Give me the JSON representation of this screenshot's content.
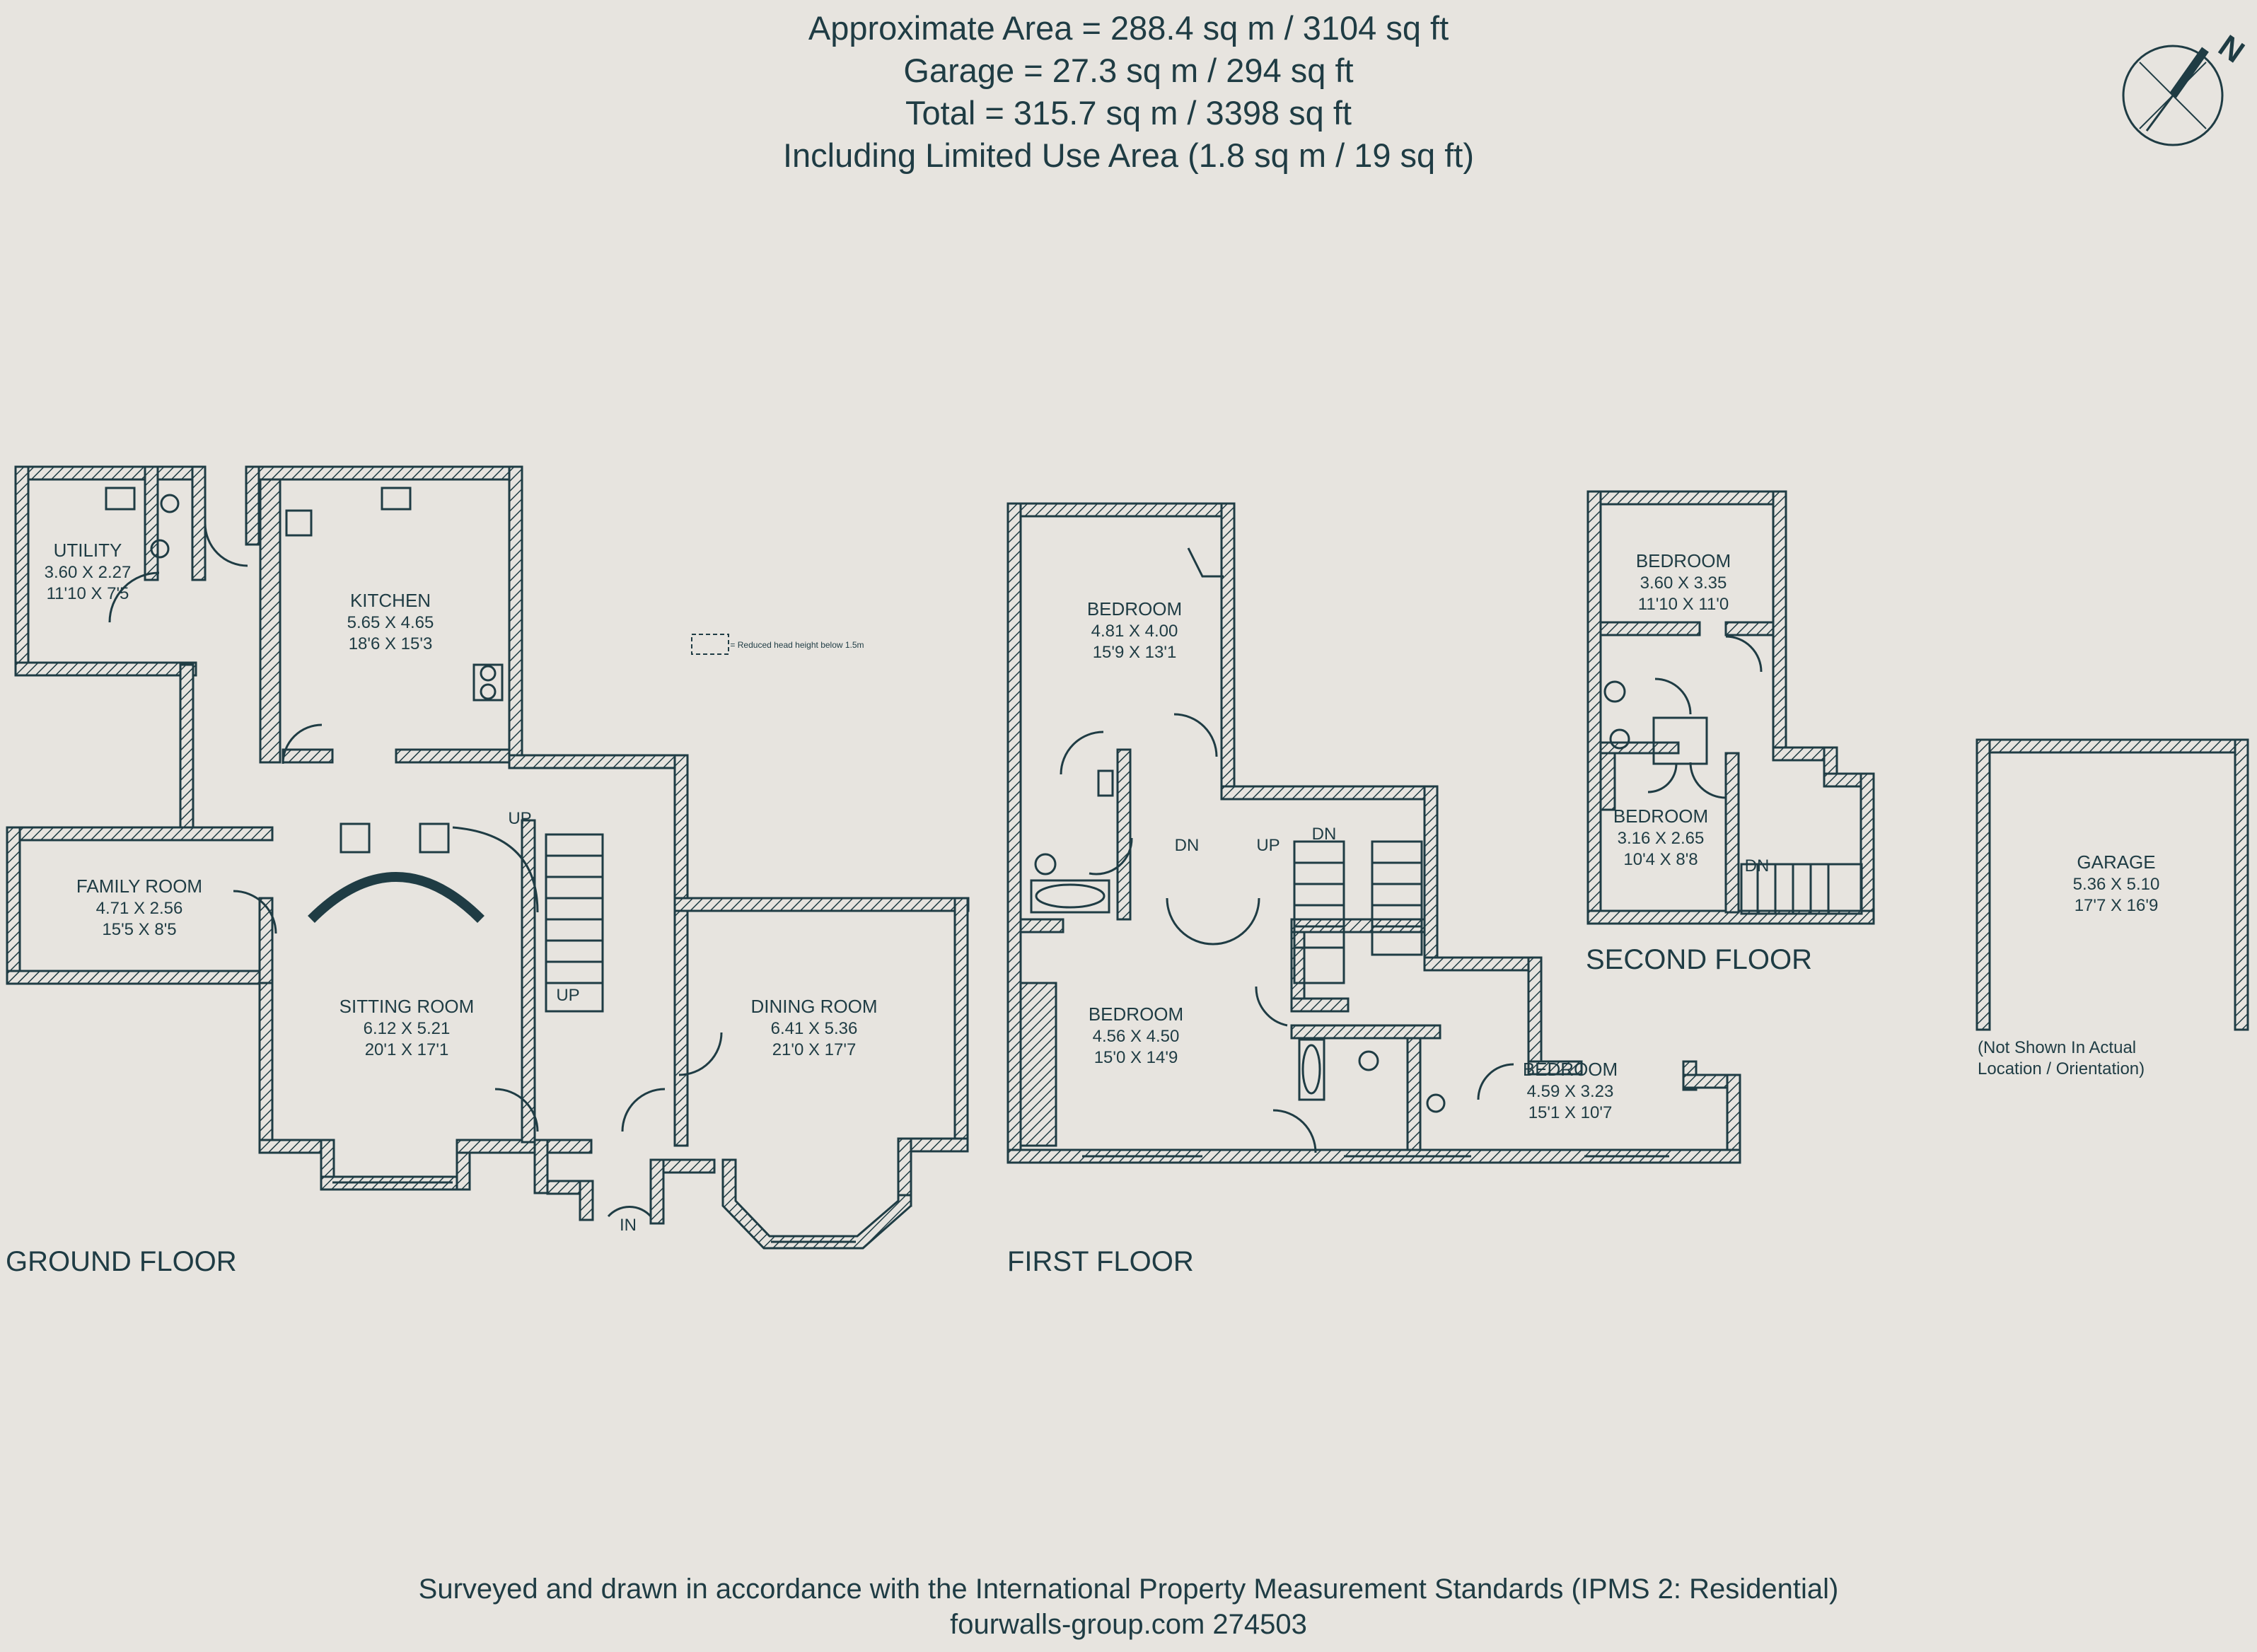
{
  "header": {
    "line1": "Approximate  Area = 288.4 sq m / 3104 sq ft",
    "line2": "Garage  = 27.3 sq m / 294 sq ft",
    "line3": "Total = 315.7 sq m / 3398 sq ft",
    "line4": "Including Limited Use Area (1.8 sq m / 19 sq ft)"
  },
  "compass": {
    "label": "N"
  },
  "legend": {
    "text": "= Reduced head height below 1.5m"
  },
  "floors": {
    "ground": "GROUND FLOOR",
    "first": "FIRST FLOOR",
    "second": "SECOND FLOOR"
  },
  "rooms": {
    "utility": {
      "name": "UTILITY",
      "metric": "3.60 X 2.27",
      "imperial": "11'10 X 7'5"
    },
    "kitchen": {
      "name": "KITCHEN",
      "metric": "5.65 X 4.65",
      "imperial": "18'6 X 15'3"
    },
    "family": {
      "name": "FAMILY ROOM",
      "metric": "4.71 X 2.56",
      "imperial": "15'5 X 8'5"
    },
    "sitting": {
      "name": "SITTING ROOM",
      "metric": "6.12 X 5.21",
      "imperial": "20'1 X 17'1"
    },
    "dining": {
      "name": "DINING ROOM",
      "metric": "6.41 X 5.36",
      "imperial": "21'0 X 17'7"
    },
    "bed1": {
      "name": "BEDROOM",
      "metric": "4.81 X 4.00",
      "imperial": "15'9 X 13'1"
    },
    "bed2": {
      "name": "BEDROOM",
      "metric": "4.56 X 4.50",
      "imperial": "15'0 X 14'9"
    },
    "bed3": {
      "name": "BEDROOM",
      "metric": "4.59 X 3.23",
      "imperial": "15'1 X 10'7"
    },
    "bed4": {
      "name": "BEDROOM",
      "metric": "3.60 X 3.35",
      "imperial": "11'10 X 11'0"
    },
    "bed5": {
      "name": "BEDROOM",
      "metric": "3.16 X 2.65",
      "imperial": "10'4 X 8'8"
    },
    "garage": {
      "name": "GARAGE",
      "metric": "5.36 X 5.10",
      "imperial": "17'7 X 16'9"
    }
  },
  "garage_note": {
    "line1": "(Not Shown In Actual",
    "line2": "Location / Orientation)"
  },
  "stairs": {
    "up": "UP",
    "dn": "DN",
    "in": "IN"
  },
  "footer": {
    "line1": "Surveyed and drawn in accordance with the International Property Measurement Standards (IPMS 2: Residential)",
    "line2": "fourwalls-group.com 274503"
  },
  "colors": {
    "background": "#e7e4df",
    "wall": "#1f3c44",
    "hatch": "#1f3c44"
  }
}
